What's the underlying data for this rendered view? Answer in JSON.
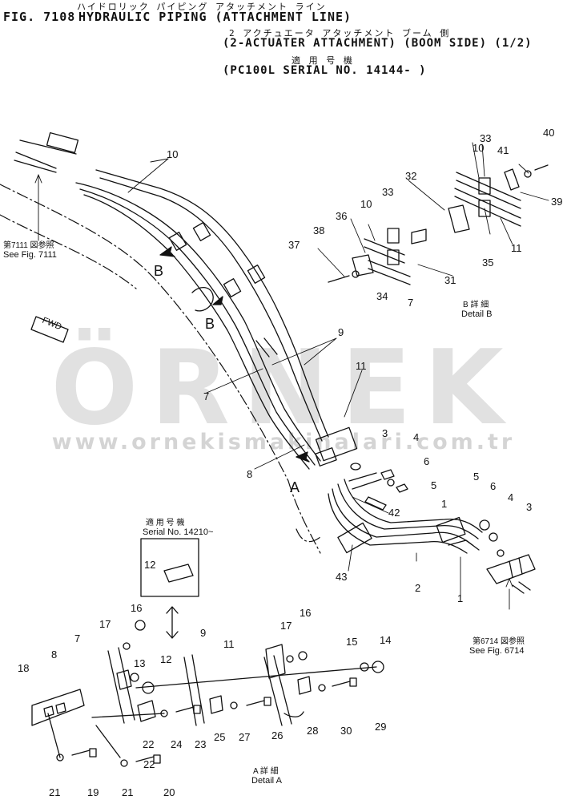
{
  "header": {
    "fig_no": "FIG. 7108",
    "jp_title": "ハイドロリック パイピング アタッチメント ライン",
    "title": "HYDRAULIC PIPING (ATTACHMENT LINE)",
    "jp_subtitle": "2 アクチュエータ アタッチメント ブーム 側",
    "subtitle": "(2-ACTUATER ATTACHMENT) (BOOM SIDE) (1/2)",
    "jp_serial": "適 用 号 機",
    "serial": "(PC100L SERIAL NO. 14144- )"
  },
  "references": {
    "ref_7111_jp": "第7111 図参照",
    "ref_7111": "See Fig. 7111",
    "ref_6714_jp": "第6714 図参照",
    "ref_6714": "See Fig. 6714",
    "serial_jp": "適 用 号 機",
    "serial_note": "Serial No. 14210~"
  },
  "views": {
    "B": "B",
    "A": "A",
    "detail_b_jp": "B 詳 細",
    "detail_b": "Detail B",
    "detail_a_jp": "A 詳 細",
    "detail_a": "Detail A",
    "fwd": "FWD"
  },
  "watermark": {
    "brand": "ÖRNEK",
    "url": "www.ornekismakinalari.com.tr"
  },
  "callouts": [
    "1",
    "1",
    "2",
    "3",
    "3",
    "4",
    "4",
    "5",
    "5",
    "6",
    "6",
    "7",
    "7",
    "7",
    "8",
    "8",
    "9",
    "9",
    "10",
    "10",
    "10",
    "11",
    "11",
    "11",
    "12",
    "12",
    "13",
    "14",
    "15",
    "16",
    "16",
    "17",
    "17",
    "18",
    "19",
    "20",
    "21",
    "21",
    "22",
    "22",
    "23",
    "24",
    "25",
    "26",
    "27",
    "28",
    "29",
    "30",
    "31",
    "32",
    "33",
    "33",
    "34",
    "35",
    "36",
    "37",
    "38",
    "39",
    "40",
    "41",
    "42",
    "43"
  ]
}
